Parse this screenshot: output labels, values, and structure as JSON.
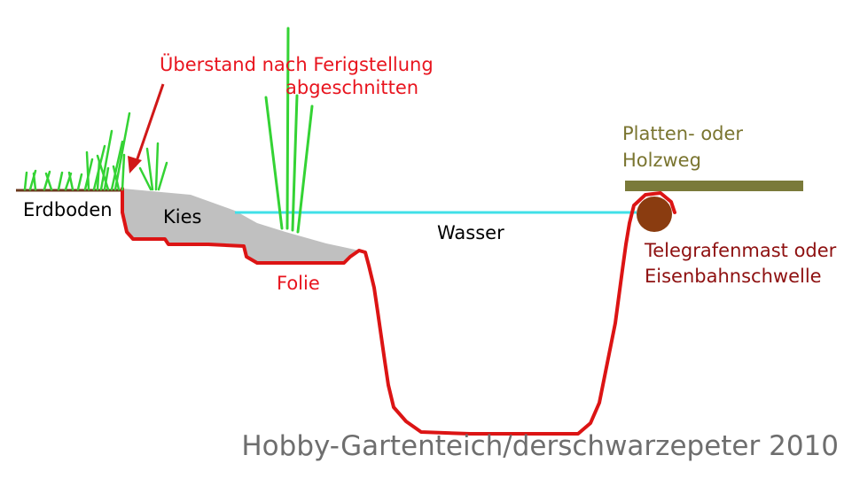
{
  "colors": {
    "liner": "#dc1414",
    "gravel": "#c0c0c0",
    "water": "#40e0e8",
    "grass": "#34d334",
    "soil": "#6b3a1f",
    "path": "#7a7a3a",
    "post": "#8a3c10",
    "arrow": "#d01818",
    "background": "#ffffff"
  },
  "labels": {
    "erdboden": "Erdboden",
    "kies": "Kies",
    "wasser": "Wasser",
    "folie": "Folie",
    "ueberstand_line1": "Überstand nach Ferigstellung",
    "ueberstand_line2": "abgeschnitten",
    "weg_line1": "Platten- oder",
    "weg_line2": "Holzweg",
    "mast_line1": "Telegrafenmast oder",
    "mast_line2": "Eisenbahnschwelle"
  },
  "credit": "Hobby-Gartenteich/derschwarzepeter 2010",
  "icons": {
    "arrow": "arrow-pointing-to-liner-overhang",
    "post": "circle-cross-section-post"
  }
}
